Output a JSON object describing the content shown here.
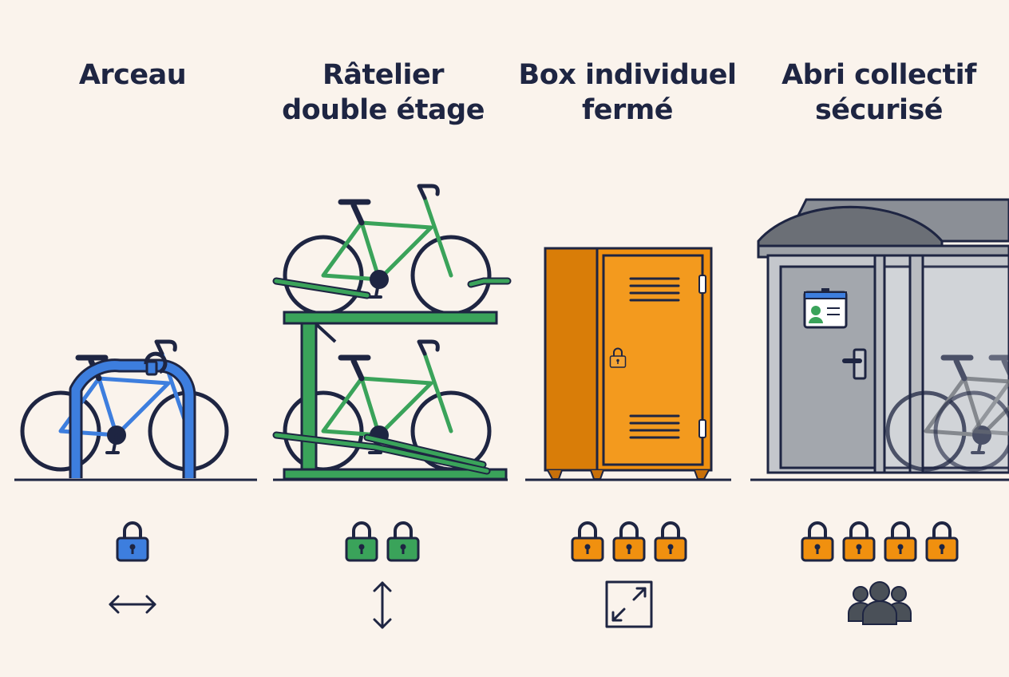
{
  "colors": {
    "background": "#faf3ec",
    "outline": "#1e2542",
    "blue": "#3d7ede",
    "green": "#3aa35a",
    "orange": "#f0900f",
    "grey": "#b8bcc2"
  },
  "columns": [
    {
      "title_lines": [
        "Arceau"
      ],
      "illustration": "bike-stand-hoop",
      "security_level": 1,
      "lock_color": "blue",
      "feature_icon": "horizontal-arrow-icon"
    },
    {
      "title_lines": [
        "Râtelier",
        "double étage"
      ],
      "illustration": "two-tier-bike-rack",
      "security_level": 2,
      "lock_color": "green",
      "feature_icon": "vertical-arrow-icon"
    },
    {
      "title_lines": [
        "Box individuel",
        "fermé"
      ],
      "illustration": "bike-locker",
      "security_level": 3,
      "lock_color": "orange",
      "feature_icon": "expand-icon"
    },
    {
      "title_lines": [
        "Abri collectif",
        "sécurisé"
      ],
      "illustration": "secure-bike-shelter",
      "security_level": 4,
      "lock_color": "orange",
      "feature_icon": "group-users-icon"
    }
  ]
}
